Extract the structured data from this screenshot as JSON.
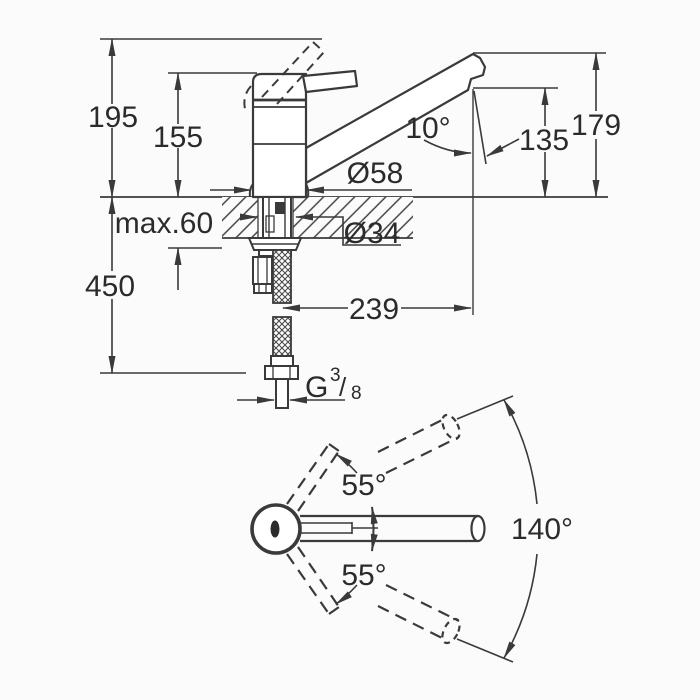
{
  "drawing": {
    "type": "technical dimension drawing",
    "subject": "single-lever sink mixer tap, side elevation and swivel plan view",
    "background_color": "#fbfbfb",
    "line_color": "#3a3a3a",
    "text_color": "#2b2b2b"
  },
  "side_view": {
    "total_height": "195",
    "body_height": "155",
    "under_counter_length": "450",
    "max_counter_thickness": "max.60",
    "base_diameter": "Ø58",
    "hole_diameter": "Ø34",
    "spout_reach": "239",
    "outlet_height": "135",
    "spout_top_height": "179",
    "outlet_angle": "10°",
    "thread_size": {
      "prefix": "G",
      "numerator": "3",
      "slash": "/",
      "denominator": "8"
    }
  },
  "plan_view": {
    "swivel_upper": "55°",
    "swivel_lower": "55°",
    "swivel_range": "140°"
  }
}
